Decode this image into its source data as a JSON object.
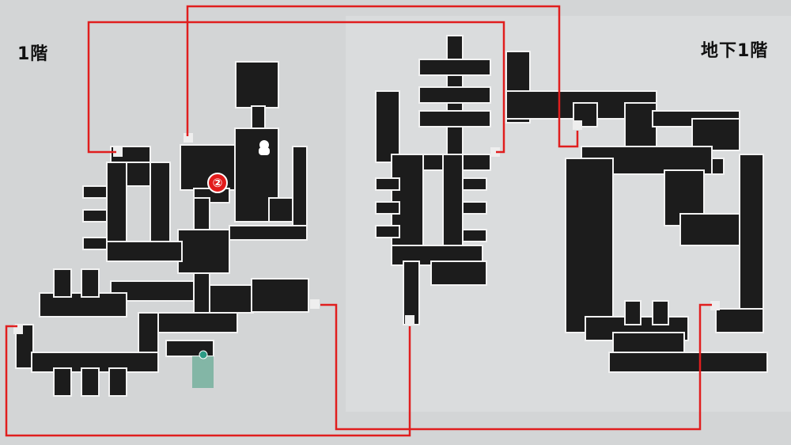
{
  "floors": {
    "first_floor_label": "1階",
    "basement_label": "地下1階"
  },
  "markers": {
    "location_marker": "②"
  },
  "icons": [
    "cat-icon",
    "stairs-icon",
    "elevator-icon",
    "treasure-chest-icon",
    "save-point-icon"
  ],
  "colors": {
    "route": "#e01e1e",
    "room": "#1c1c1c",
    "background": "#d3d5d6",
    "elevator": "#6fae9a"
  }
}
